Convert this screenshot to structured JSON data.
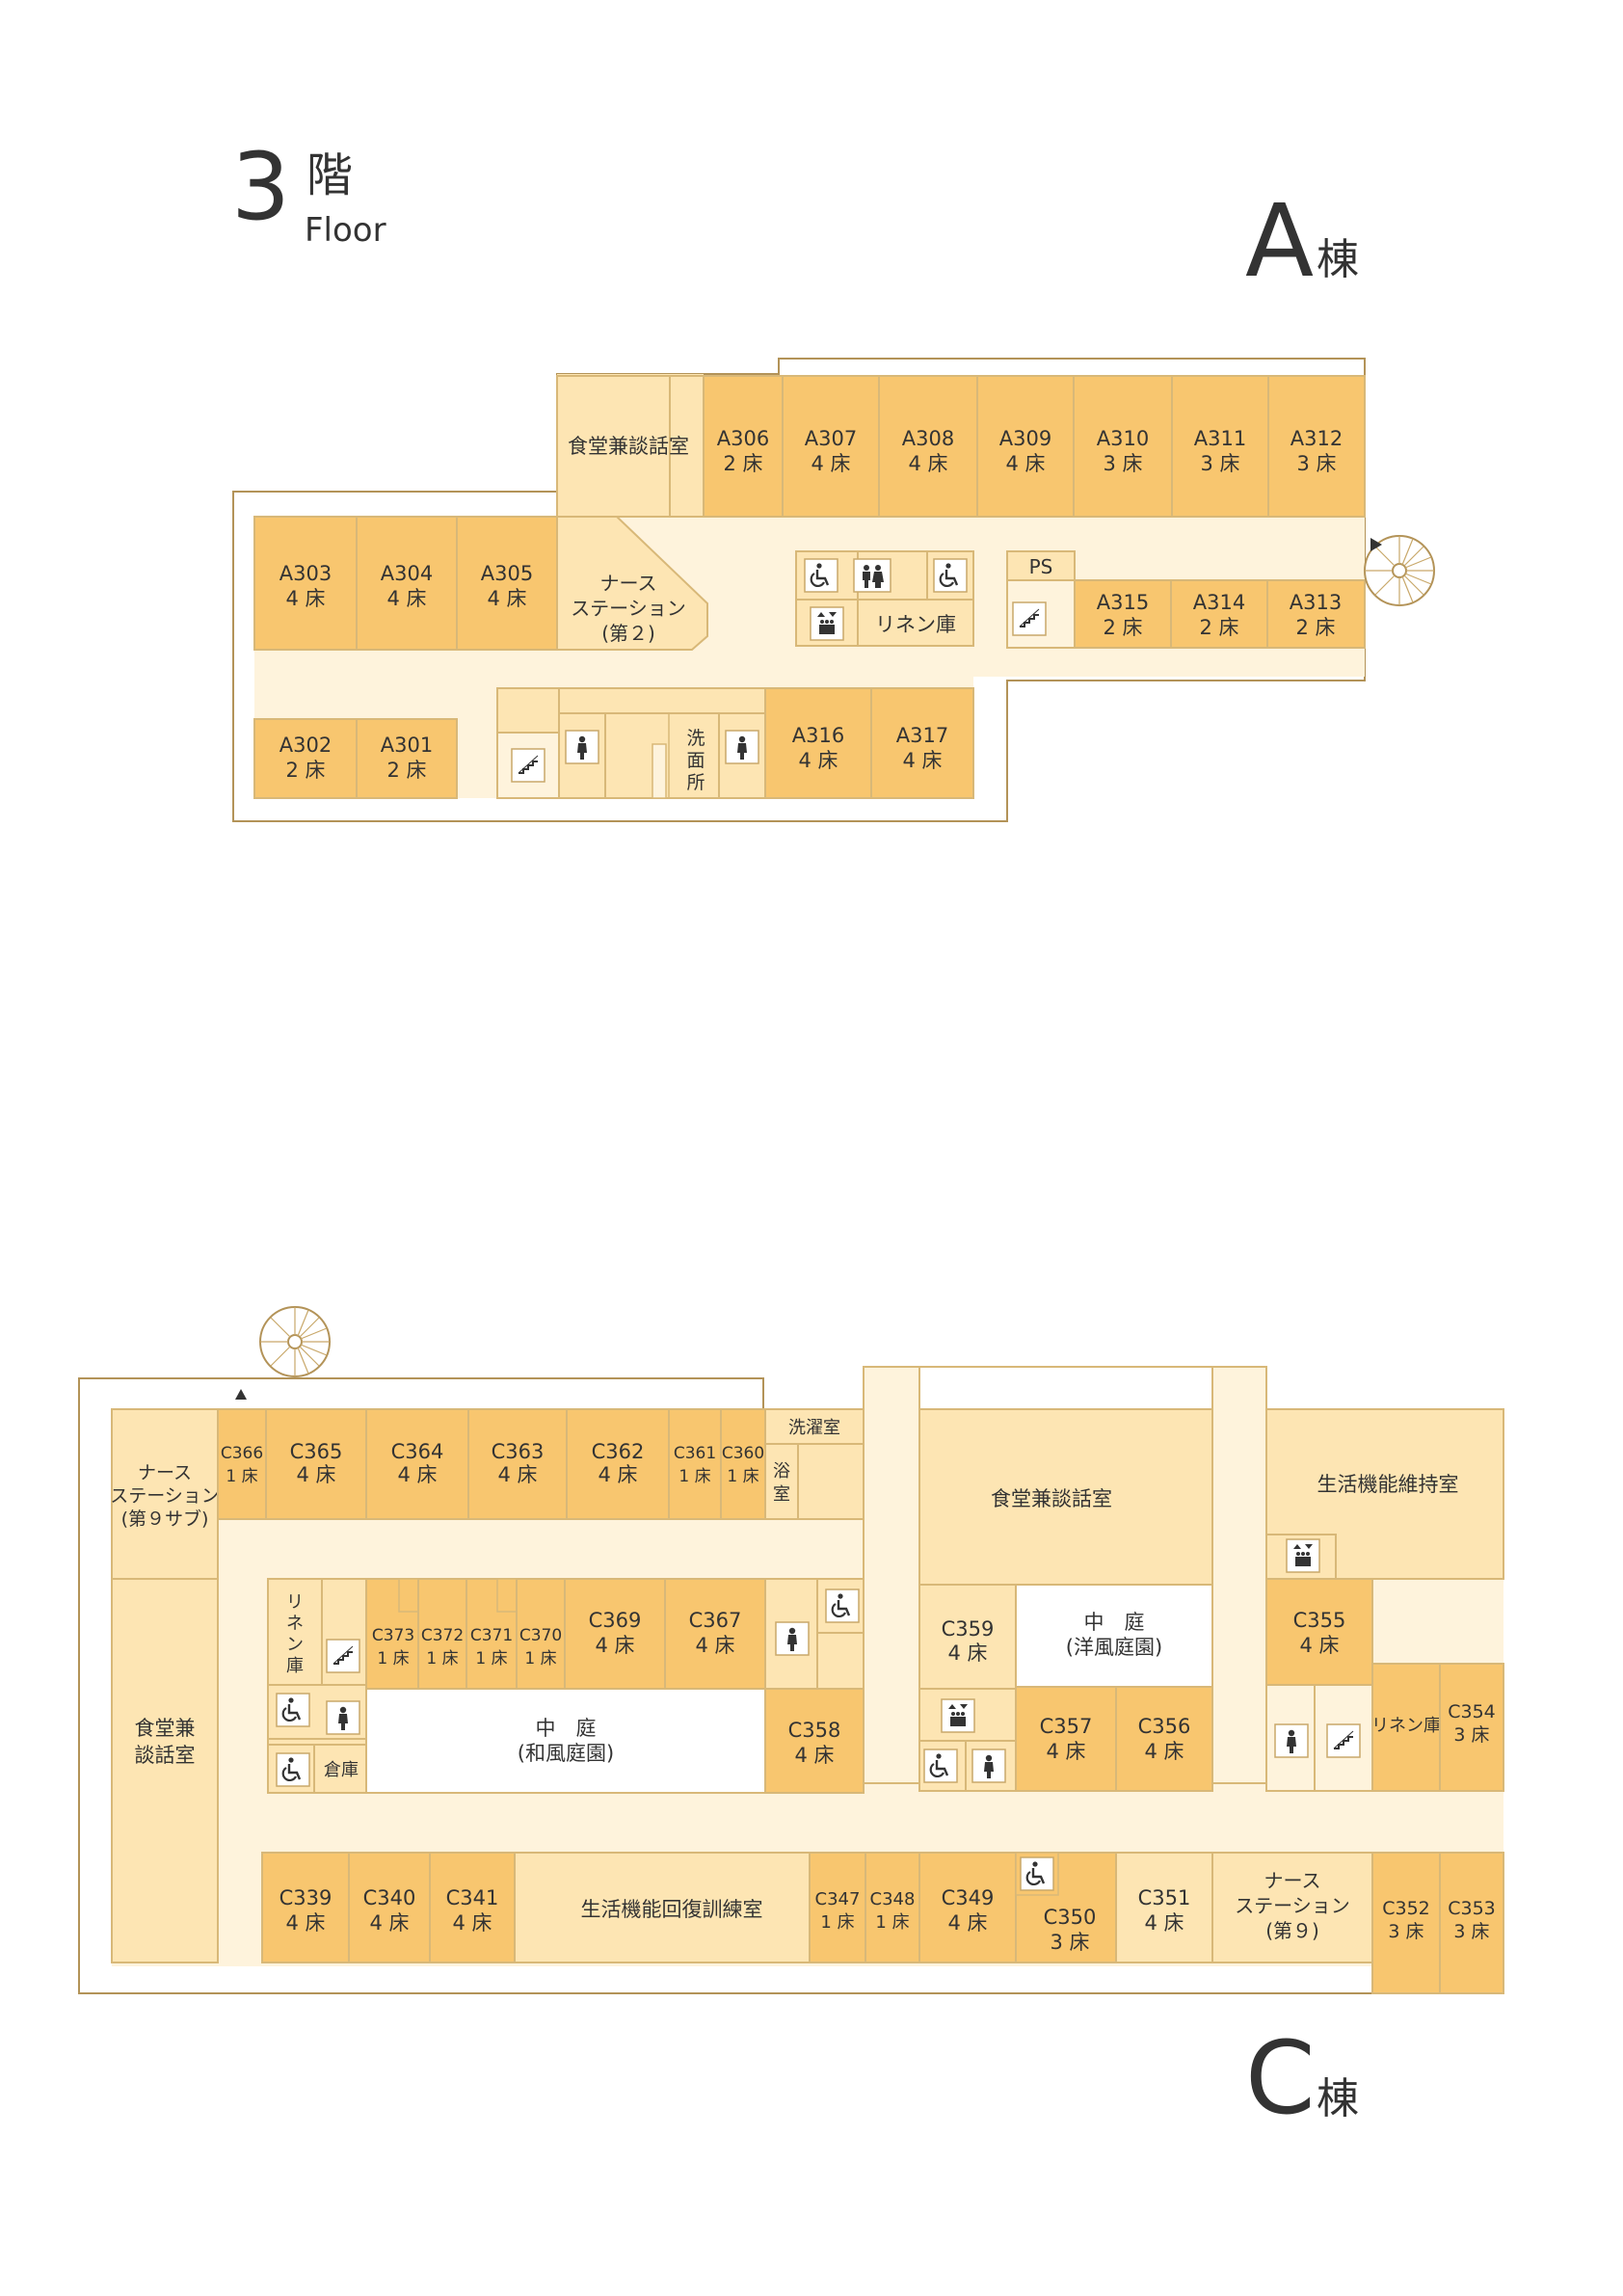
{
  "header": {
    "floor_number": "3",
    "floor_kanji": "階",
    "floor_en": "Floor",
    "a_letter": "A",
    "a_kanji": "棟",
    "c_letter": "C",
    "c_kanji": "棟"
  },
  "colors": {
    "room": "#f8c66f",
    "common": "#fde5b3",
    "corridor": "#fef3dc",
    "outline": "#b39358",
    "stroke": "#d8b878",
    "courtyard": "#ffffff"
  },
  "rooms": {
    "a_dining": "食堂兼談話室",
    "a306": [
      "A306",
      "2 床"
    ],
    "a307": [
      "A307",
      "4 床"
    ],
    "a308": [
      "A308",
      "4 床"
    ],
    "a309": [
      "A309",
      "4 床"
    ],
    "a310": [
      "A310",
      "3 床"
    ],
    "a311": [
      "A311",
      "3 床"
    ],
    "a312": [
      "A312",
      "3 床"
    ],
    "a303": [
      "A303",
      "4 床"
    ],
    "a304": [
      "A304",
      "4 床"
    ],
    "a305": [
      "A305",
      "4 床"
    ],
    "a_nurse": [
      "ナース",
      "ステーション",
      "(第２)"
    ],
    "a_ps": "PS",
    "a_linen": "リネン庫",
    "a315": [
      "A315",
      "2 床"
    ],
    "a314": [
      "A314",
      "2 床"
    ],
    "a313": [
      "A313",
      "2 床"
    ],
    "a302": [
      "A302",
      "2 床"
    ],
    "a301": [
      "A301",
      "2 床"
    ],
    "a_washroom": [
      "洗",
      "面",
      "所"
    ],
    "a316": [
      "A316",
      "4 床"
    ],
    "a317": [
      "A317",
      "4 床"
    ],
    "c_nurse_sub": [
      "ナース",
      "ステーション",
      "(第９サブ)"
    ],
    "c366": [
      "C366",
      "1 床"
    ],
    "c365": [
      "C365",
      "4 床"
    ],
    "c364": [
      "C364",
      "4 床"
    ],
    "c363": [
      "C363",
      "4 床"
    ],
    "c362": [
      "C362",
      "4 床"
    ],
    "c361": [
      "C361",
      "1 床"
    ],
    "c360": [
      "C360",
      "1 床"
    ],
    "c_laundry": "洗濯室",
    "c_bath": [
      "浴",
      "室"
    ],
    "c_dining_center": "食堂兼談話室",
    "c_life_maint": "生活機能維持室",
    "c_dining_left": [
      "食堂兼",
      "談話室"
    ],
    "c_linen_left": [
      "リ",
      "ネ",
      "ン",
      "庫"
    ],
    "c373": [
      "C373",
      "1 床"
    ],
    "c372": [
      "C372",
      "1 床"
    ],
    "c371": [
      "C371",
      "1 床"
    ],
    "c370": [
      "C370",
      "1 床"
    ],
    "c369": [
      "C369",
      "4 床"
    ],
    "c367": [
      "C367",
      "4 床"
    ],
    "c_court_jp": [
      "中　庭",
      "(和風庭園)"
    ],
    "c_storage": "倉庫",
    "c358": [
      "C358",
      "4 床"
    ],
    "c359": [
      "C359",
      "4 床"
    ],
    "c_court_west": [
      "中　庭",
      "(洋風庭園)"
    ],
    "c357": [
      "C357",
      "4 床"
    ],
    "c356": [
      "C356",
      "4 床"
    ],
    "c355": [
      "C355",
      "4 床"
    ],
    "c_linen_right": "リネン庫",
    "c354": [
      "C354",
      "3 床"
    ],
    "c339": [
      "C339",
      "4 床"
    ],
    "c340": [
      "C340",
      "4 床"
    ],
    "c341": [
      "C341",
      "4 床"
    ],
    "c_rehab": "生活機能回復訓練室",
    "c347": [
      "C347",
      "1 床"
    ],
    "c348": [
      "C348",
      "1 床"
    ],
    "c349": [
      "C349",
      "4 床"
    ],
    "c350": [
      "C350",
      "3 床"
    ],
    "c351": [
      "C351",
      "4 床"
    ],
    "c_nurse9": [
      "ナース",
      "ステーション",
      "(第９)"
    ],
    "c352": [
      "C352",
      "3 床"
    ],
    "c353": [
      "C353",
      "3 床"
    ]
  }
}
